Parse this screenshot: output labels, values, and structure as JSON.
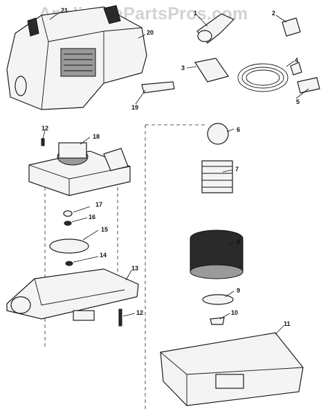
{
  "watermark": "AppliancePartsPros.com",
  "callouts": [
    "1",
    "2",
    "3",
    "4",
    "5",
    "6",
    "7",
    "8",
    "9",
    "10",
    "11",
    "12",
    "13",
    "14",
    "15",
    "16",
    "17",
    "18",
    "19",
    "20",
    "21",
    "12"
  ]
}
